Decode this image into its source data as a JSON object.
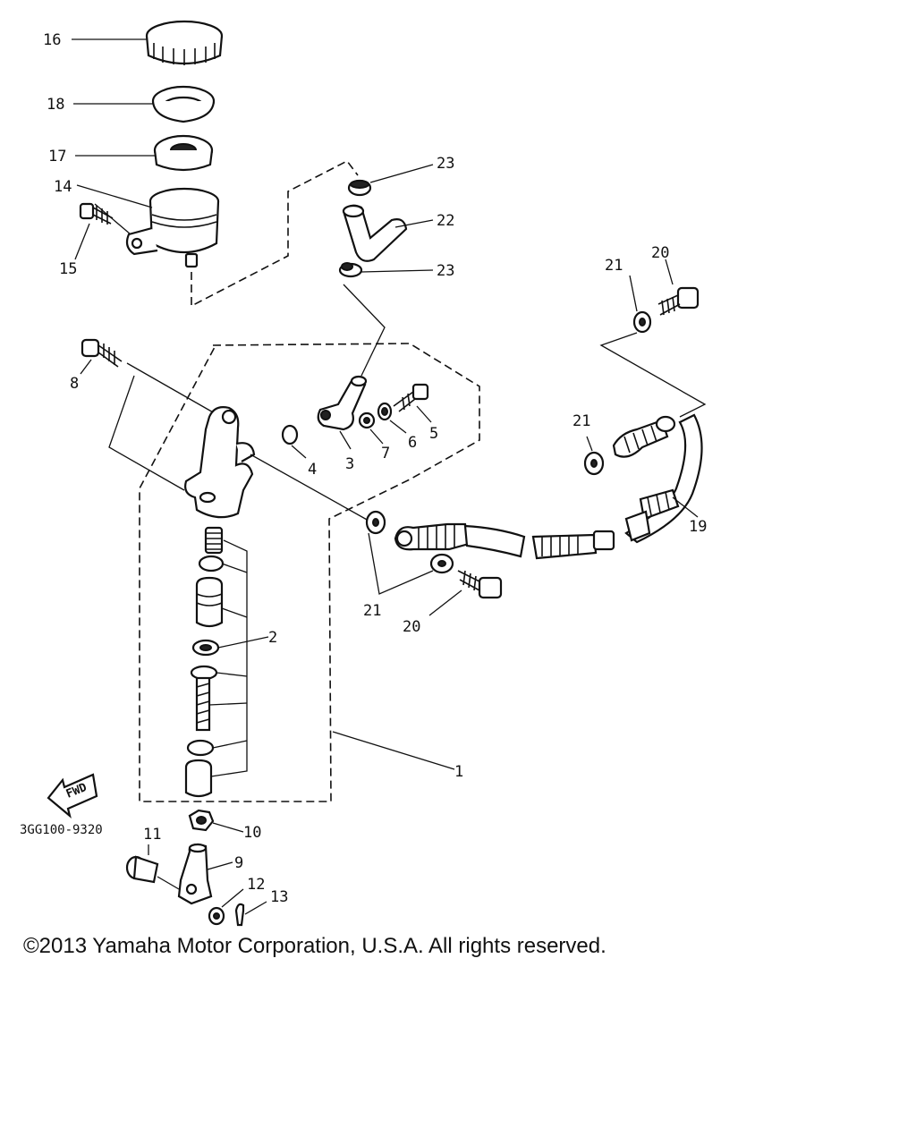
{
  "diagram": {
    "callouts": {
      "c1": "1",
      "c2": "2",
      "c3": "3",
      "c4": "4",
      "c5": "5",
      "c6": "6",
      "c7": "7",
      "c8": "8",
      "c9": "9",
      "c10": "10",
      "c11": "11",
      "c12": "12",
      "c13": "13",
      "c14": "14",
      "c15": "15",
      "c16": "16",
      "c17": "17",
      "c18": "18",
      "c19": "19",
      "c20a": "20",
      "c20b": "20",
      "c21a": "21",
      "c21b": "21",
      "c21c": "21",
      "c22": "22",
      "c23a": "23",
      "c23b": "23"
    },
    "fwd_label": "FWD",
    "catalog_code": "3GG100-9320"
  },
  "footer": {
    "copyright": "©2013 Yamaha Motor Corporation, U.S.A. All rights reserved."
  }
}
